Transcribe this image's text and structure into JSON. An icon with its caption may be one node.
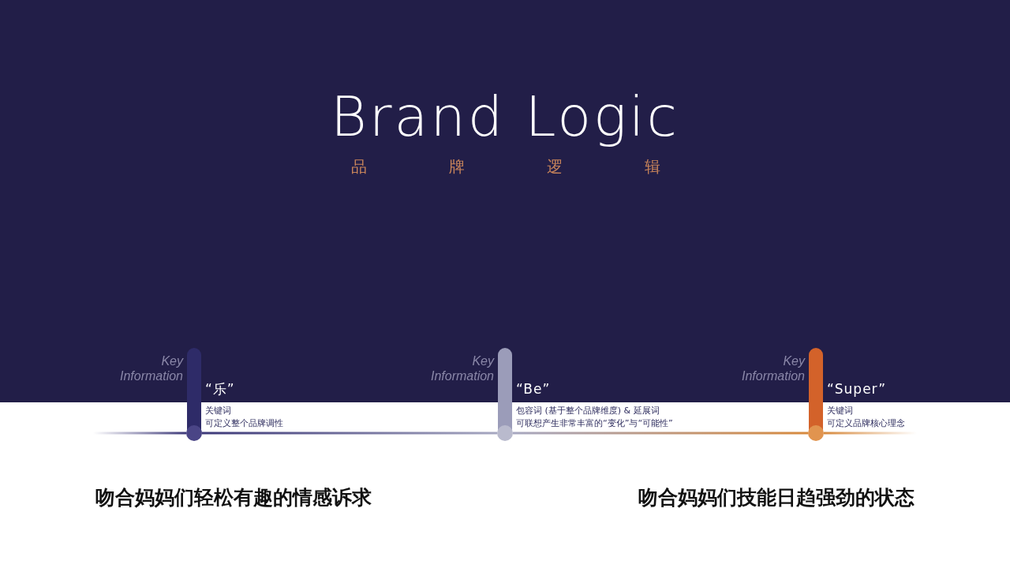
{
  "diagram": {
    "title": "Brand Logic",
    "nodes": [
      {
        "text": [],
        "shape": "bar",
        "beside": [
          "Key Information",
          "“乐”",
          "关键词",
          "可定义整个品牌调性"
        ]
      },
      {
        "text": [],
        "shape": "bar",
        "beside": [
          "Key Information",
          "“Be”",
          "包容词 (基于整个品牌维度) & 延展词",
          "可联想产生非常丰富的“变化”与“可能性”"
        ]
      },
      {
        "text": [],
        "shape": "bar",
        "beside": [
          "Key Information",
          "“Super”",
          "关键词",
          "可定义品牌核心理念"
        ]
      }
    ],
    "edges": [
      {
        "from": null,
        "to": 0,
        "arrow": "none"
      },
      {
        "from": 0,
        "to": 1,
        "arrow": "none"
      },
      {
        "from": 1,
        "to": 2,
        "arrow": "none"
      },
      {
        "from": 2,
        "to": null,
        "arrow": "none"
      }
    ],
    "labels": [
      "品牌逻辑",
      "吻合妈妈们轻松有趣的情感诉求",
      "吻合妈妈们技能日趋强劲的状态"
    ]
  }
}
